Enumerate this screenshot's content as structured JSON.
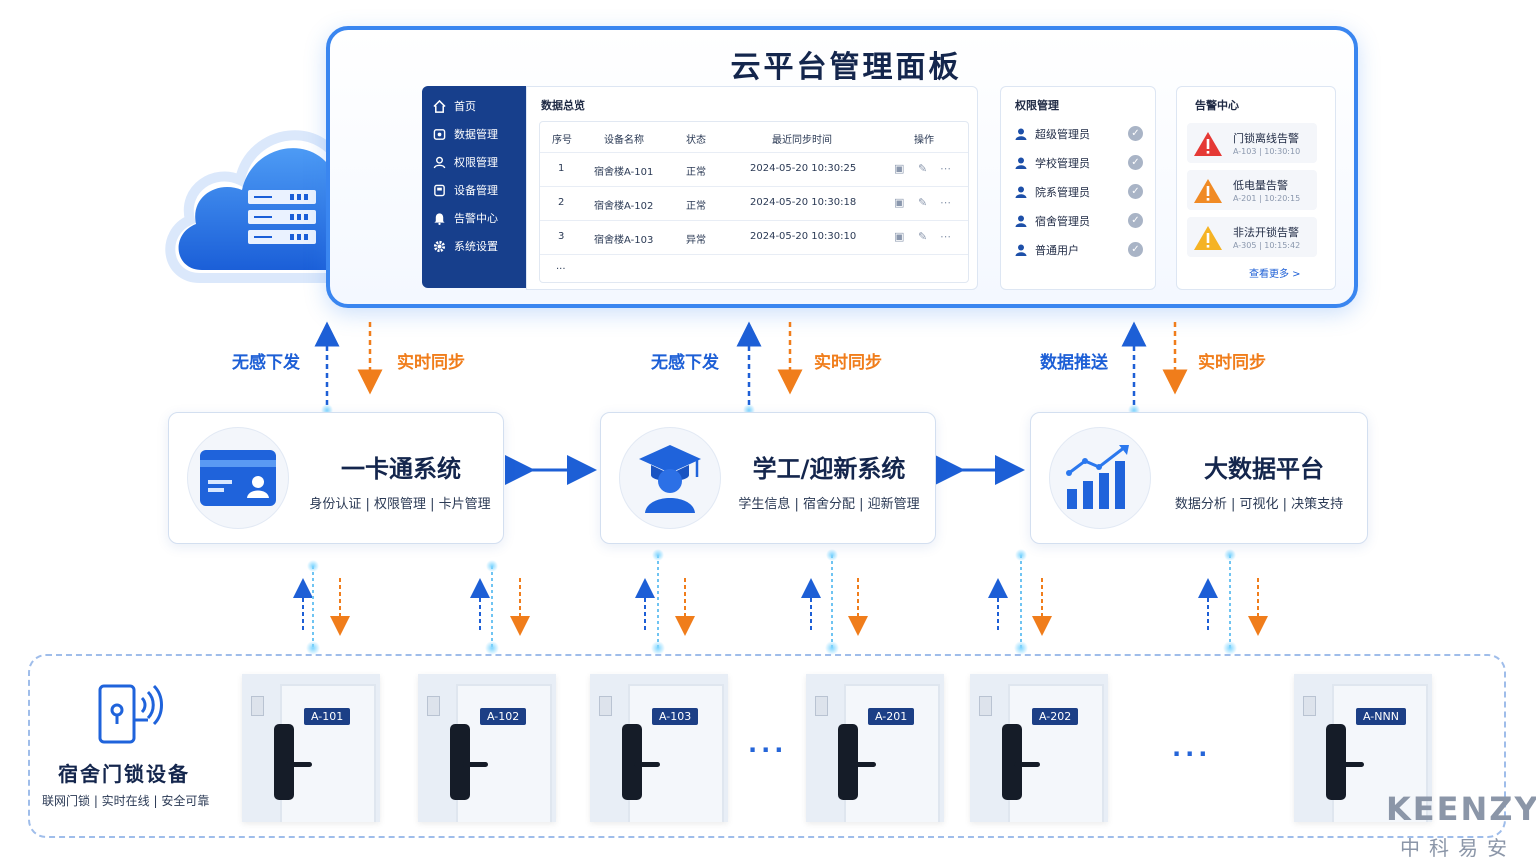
{
  "panel": {
    "title": "云平台管理面板",
    "sidebar": [
      {
        "label": "首页",
        "icon": "home-icon"
      },
      {
        "label": "数据管理",
        "icon": "database-icon"
      },
      {
        "label": "权限管理",
        "icon": "user-icon"
      },
      {
        "label": "设备管理",
        "icon": "device-icon"
      },
      {
        "label": "告警中心",
        "icon": "bell-icon"
      },
      {
        "label": "系统设置",
        "icon": "gear-icon"
      }
    ],
    "overview": {
      "title": "数据总览",
      "columns": [
        "序号",
        "设备名称",
        "状态",
        "最近同步时间",
        "操作"
      ],
      "rows": [
        [
          "1",
          "宿舍楼A-101",
          "正常",
          "2024-05-20 10:30:25"
        ],
        [
          "2",
          "宿舍楼A-102",
          "正常",
          "2024-05-20 10:30:18"
        ],
        [
          "3",
          "宿舍楼A-103",
          "异常",
          "2024-05-20 10:30:10"
        ]
      ],
      "more": "..."
    },
    "permissions": {
      "title": "权限管理",
      "items": [
        "超级管理员",
        "学校管理员",
        "院系管理员",
        "宿舍管理员",
        "普通用户"
      ]
    },
    "alerts": {
      "title": "告警中心",
      "items": [
        {
          "title": "门锁离线告警",
          "meta": "A-103 | 10:30:10",
          "color": "#e53935"
        },
        {
          "title": "低电量告警",
          "meta": "A-201 | 10:20:15",
          "color": "#f08a24"
        },
        {
          "title": "非法开锁告警",
          "meta": "A-305 | 10:15:42",
          "color": "#f5b324"
        }
      ],
      "more": "查看更多 >"
    }
  },
  "flows": {
    "left": {
      "up": "无感下发",
      "down": "实时同步"
    },
    "middle": {
      "up": "无感下发",
      "down": "实时同步"
    },
    "right": {
      "up": "数据推送",
      "down": "实时同步"
    }
  },
  "systems": [
    {
      "title": "一卡通系统",
      "subtitle": "身份认证 | 权限管理 | 卡片管理",
      "icon": "id-card-icon"
    },
    {
      "title": "学工/迎新系统",
      "subtitle": "学生信息 | 宿舍分配 | 迎新管理",
      "icon": "graduate-icon"
    },
    {
      "title": "大数据平台",
      "subtitle": "数据分析 | 可视化 | 决策支持",
      "icon": "chart-icon"
    }
  ],
  "devices": {
    "title": "宿舍门锁设备",
    "subtitle": "联网门锁 | 实时在线 | 安全可靠",
    "doors": [
      "A-101",
      "A-102",
      "A-103",
      "A-201",
      "A-202",
      "A-NNN"
    ],
    "ellipsis": "..."
  },
  "brand": {
    "en": "KEENZY",
    "cn": "中科易安"
  },
  "colors": {
    "primary": "#1d5fd6",
    "accent": "#f07d1b",
    "navy": "#173f8c"
  }
}
